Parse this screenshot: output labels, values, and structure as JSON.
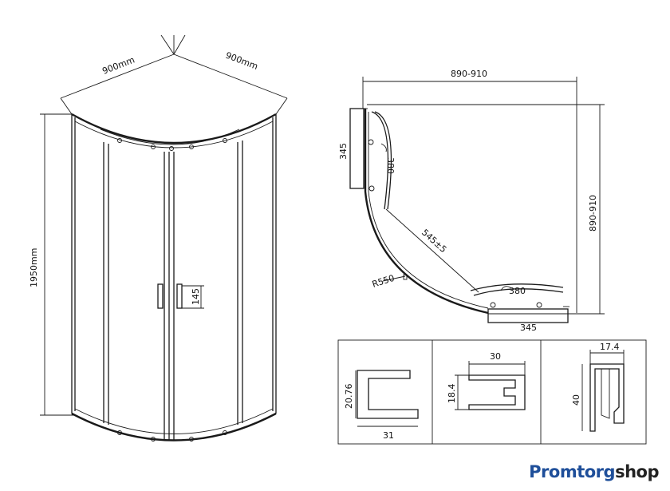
{
  "front_view": {
    "width_left": "900mm",
    "width_right": "900mm",
    "height": "1950mm",
    "handle": "145"
  },
  "plan_view": {
    "overall_width": "890-910",
    "overall_depth": "890-910",
    "side_panel_left": "345",
    "side_panel_bottom": "345",
    "door_radius_left": "380",
    "door_radius_bottom": "380",
    "door_opening": "545±5",
    "radius": "R550"
  },
  "profile_sections": {
    "section1_height": "20.76",
    "section1_width": "31",
    "section2_width": "30",
    "section2_height": "18.4",
    "section3_width": "17.4",
    "section3_height": "40"
  },
  "brand": {
    "part1": "Promtorg",
    "part2": "shop",
    "color": "#1f4f9a"
  }
}
